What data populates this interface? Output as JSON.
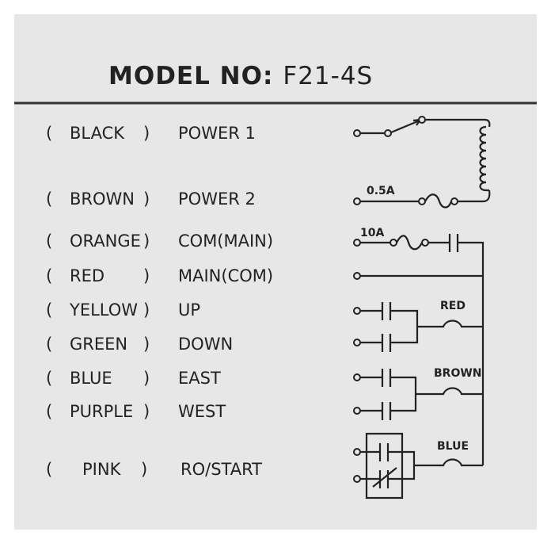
{
  "title": {
    "prefix": "MODEL NO:",
    "model": "F21-4S"
  },
  "rows": [
    {
      "color": "BLACK",
      "function": "POWER 1"
    },
    {
      "color": "BROWN",
      "function": "POWER 2"
    },
    {
      "color": "ORANGE",
      "function": "COM(MAIN)"
    },
    {
      "color": "RED",
      "function": "MAIN(COM)"
    },
    {
      "color": "YELLOW",
      "function": "UP"
    },
    {
      "color": "GREEN",
      "function": "DOWN"
    },
    {
      "color": "BLUE",
      "function": "EAST"
    },
    {
      "color": "PURPLE",
      "function": "WEST"
    },
    {
      "color": "PINK",
      "function": "RO/START"
    }
  ],
  "paren_open": "(",
  "paren_close": ")",
  "schematic": {
    "fuse_power": "0.5A",
    "fuse_main": "10A",
    "motor_labels": [
      "RED",
      "BROWN",
      "BLUE"
    ]
  }
}
